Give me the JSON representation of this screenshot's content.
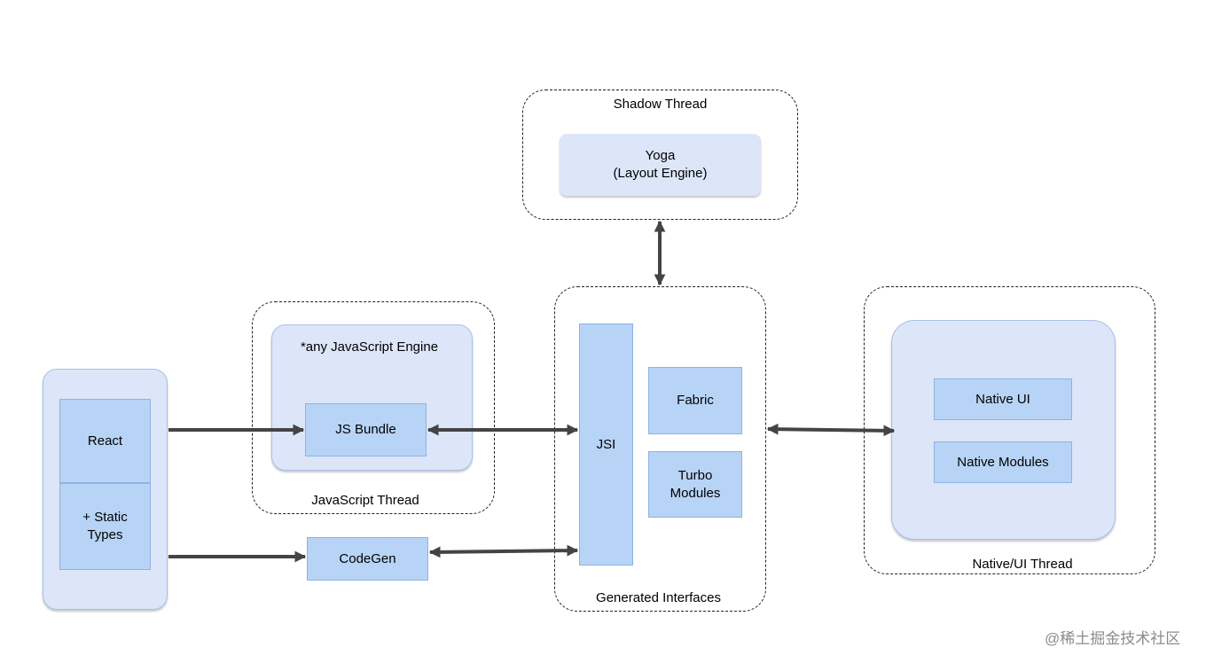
{
  "shadow_thread": {
    "label": "Shadow Thread",
    "yoga_line1": "Yoga",
    "yoga_line2": "(Layout Engine)"
  },
  "js_thread": {
    "label": "JavaScript Thread",
    "engine_label": "*any JavaScript Engine",
    "bundle": "JS Bundle"
  },
  "source": {
    "react": "React",
    "static_types": "+ Static\nTypes"
  },
  "codegen": "CodeGen",
  "interfaces": {
    "label": "Generated Interfaces",
    "jsi": "JSI",
    "fabric": "Fabric",
    "turbo": "Turbo\nModules"
  },
  "native_thread": {
    "label": "Native/UI Thread",
    "native_ui": "Native UI",
    "native_modules": "Native Modules"
  },
  "watermark": "@稀土掘金技术社区",
  "colors": {
    "panel": "#dce6f8",
    "box": "#b7d4f6",
    "arrow": "#444444"
  }
}
